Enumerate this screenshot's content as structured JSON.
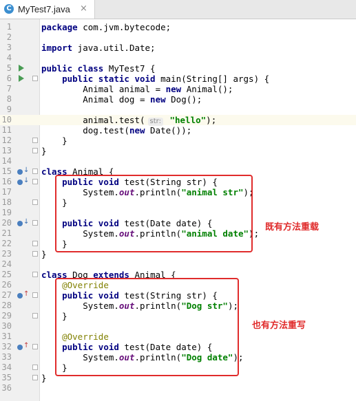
{
  "tab": {
    "title": "MyTest7.java",
    "icon_letter": "C",
    "close": "×"
  },
  "hint": {
    "label": "str:"
  },
  "annotations": {
    "overload": "既有方法重载",
    "override": "也有方法重写"
  },
  "lines": [
    {
      "num": "1",
      "code": "<span class='kw'>package</span> com.jvm.bytecode;"
    },
    {
      "num": "2",
      "code": ""
    },
    {
      "num": "3",
      "code": "<span class='kw'>import</span> java.util.Date;"
    },
    {
      "num": "4",
      "code": ""
    },
    {
      "num": "5",
      "code": "<span class='kw'>public class</span> MyTest7 {"
    },
    {
      "num": "6",
      "code": "    <span class='kw'>public static void</span> main(String[] args) {"
    },
    {
      "num": "7",
      "code": "        Animal animal = <span class='kw'>new</span> Animal();"
    },
    {
      "num": "8",
      "code": "        Animal dog = <span class='kw'>new</span> Dog();"
    },
    {
      "num": "9",
      "code": ""
    },
    {
      "num": "10",
      "code": "        animal.test(<span class='hint'>str:</span> <span class='str'>\"hello\"</span>);"
    },
    {
      "num": "11",
      "code": "        dog.test(<span class='kw'>new</span> Date());"
    },
    {
      "num": "12",
      "code": "    }"
    },
    {
      "num": "13",
      "code": "}"
    },
    {
      "num": "14",
      "code": ""
    },
    {
      "num": "15",
      "code": "<span class='kw'>class</span> Animal {"
    },
    {
      "num": "16",
      "code": "    <span class='kw'>public void</span> test(String str) {"
    },
    {
      "num": "17",
      "code": "        System.<span class='fld'>out</span>.println(<span class='str'>\"animal str\"</span>);"
    },
    {
      "num": "18",
      "code": "    }"
    },
    {
      "num": "19",
      "code": ""
    },
    {
      "num": "20",
      "code": "    <span class='kw'>public void</span> test(Date date) {"
    },
    {
      "num": "21",
      "code": "        System.<span class='fld'>out</span>.println(<span class='str'>\"animal date\"</span>);"
    },
    {
      "num": "22",
      "code": "    }"
    },
    {
      "num": "23",
      "code": "}"
    },
    {
      "num": "24",
      "code": ""
    },
    {
      "num": "25",
      "code": "<span class='kw'>class</span> Dog <span class='kw'>extends</span> Animal {"
    },
    {
      "num": "26",
      "code": "    <span class='ann'>@Override</span>"
    },
    {
      "num": "27",
      "code": "    <span class='kw'>public void</span> test(String str) {"
    },
    {
      "num": "28",
      "code": "        System.<span class='fld'>out</span>.println(<span class='str'>\"Dog str\"</span>);"
    },
    {
      "num": "29",
      "code": "    }"
    },
    {
      "num": "30",
      "code": ""
    },
    {
      "num": "31",
      "code": "    <span class='ann'>@Override</span>"
    },
    {
      "num": "32",
      "code": "    <span class='kw'>public void</span> test(Date date) {"
    },
    {
      "num": "33",
      "code": "        System.<span class='fld'>out</span>.println(<span class='str'>\"Dog date\"</span>);"
    },
    {
      "num": "34",
      "code": "    }"
    },
    {
      "num": "35",
      "code": "}"
    },
    {
      "num": "36",
      "code": ""
    }
  ],
  "gutter_icons": [
    {
      "line": "5",
      "type": "run"
    },
    {
      "line": "6",
      "type": "run"
    },
    {
      "line": "15",
      "type": "overridden"
    },
    {
      "line": "16",
      "type": "overridden"
    },
    {
      "line": "20",
      "type": "overridden"
    },
    {
      "line": "27",
      "type": "overrides"
    },
    {
      "line": "32",
      "type": "overrides"
    }
  ],
  "fold_markers": [
    "6",
    "12",
    "13",
    "15",
    "16",
    "18",
    "20",
    "22",
    "23",
    "25",
    "27",
    "29",
    "32",
    "34",
    "35"
  ],
  "colors": {
    "keyword": "#000080",
    "string": "#008000",
    "field": "#660e7a",
    "annotation": "#808000",
    "highlight_box": "#e02b2b"
  }
}
